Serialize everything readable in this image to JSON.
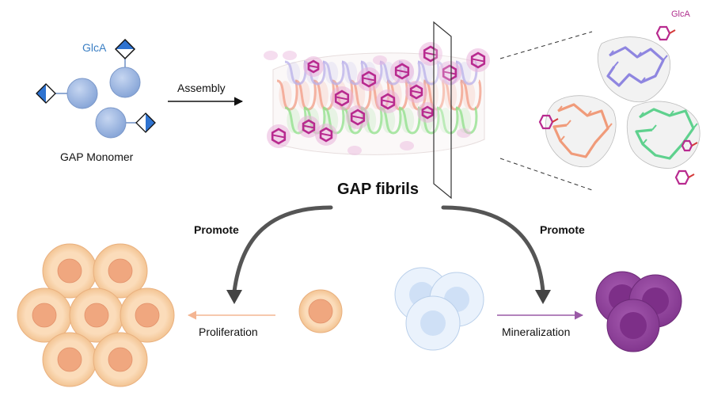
{
  "labels": {
    "glca_monomer": "GlcA",
    "glca_structure": "GlcA",
    "monomer": "GAP Monomer",
    "assembly": "Assembly",
    "fibrils": "GAP fibrils",
    "promote_left": "Promote",
    "promote_right": "Promote",
    "proliferation": "Proliferation",
    "mineralization": "Mineralization"
  },
  "colors": {
    "monomer_sphere": "#9db7e2",
    "glca_diamond": "#2f73d0",
    "helix_pink": "#f29c86",
    "helix_green": "#8fe08a",
    "helix_purple": "#b9b0ea",
    "sugar_magenta": "#b82a8f",
    "sugar_glow": "#e9b3db",
    "cell_orange_fill": "#fad8b4",
    "cell_orange_nucleus": "#f0a77f",
    "cell_blue_fill": "#eaf2fc",
    "cell_blue_nucleus": "#cfe0f6",
    "cell_purple_fill": "#9d4ea6",
    "cell_purple_nucleus": "#7d2f88",
    "arrow_orange": "#f4b592",
    "arrow_purple": "#9a5aa6",
    "arrow_gray": "#555555"
  }
}
